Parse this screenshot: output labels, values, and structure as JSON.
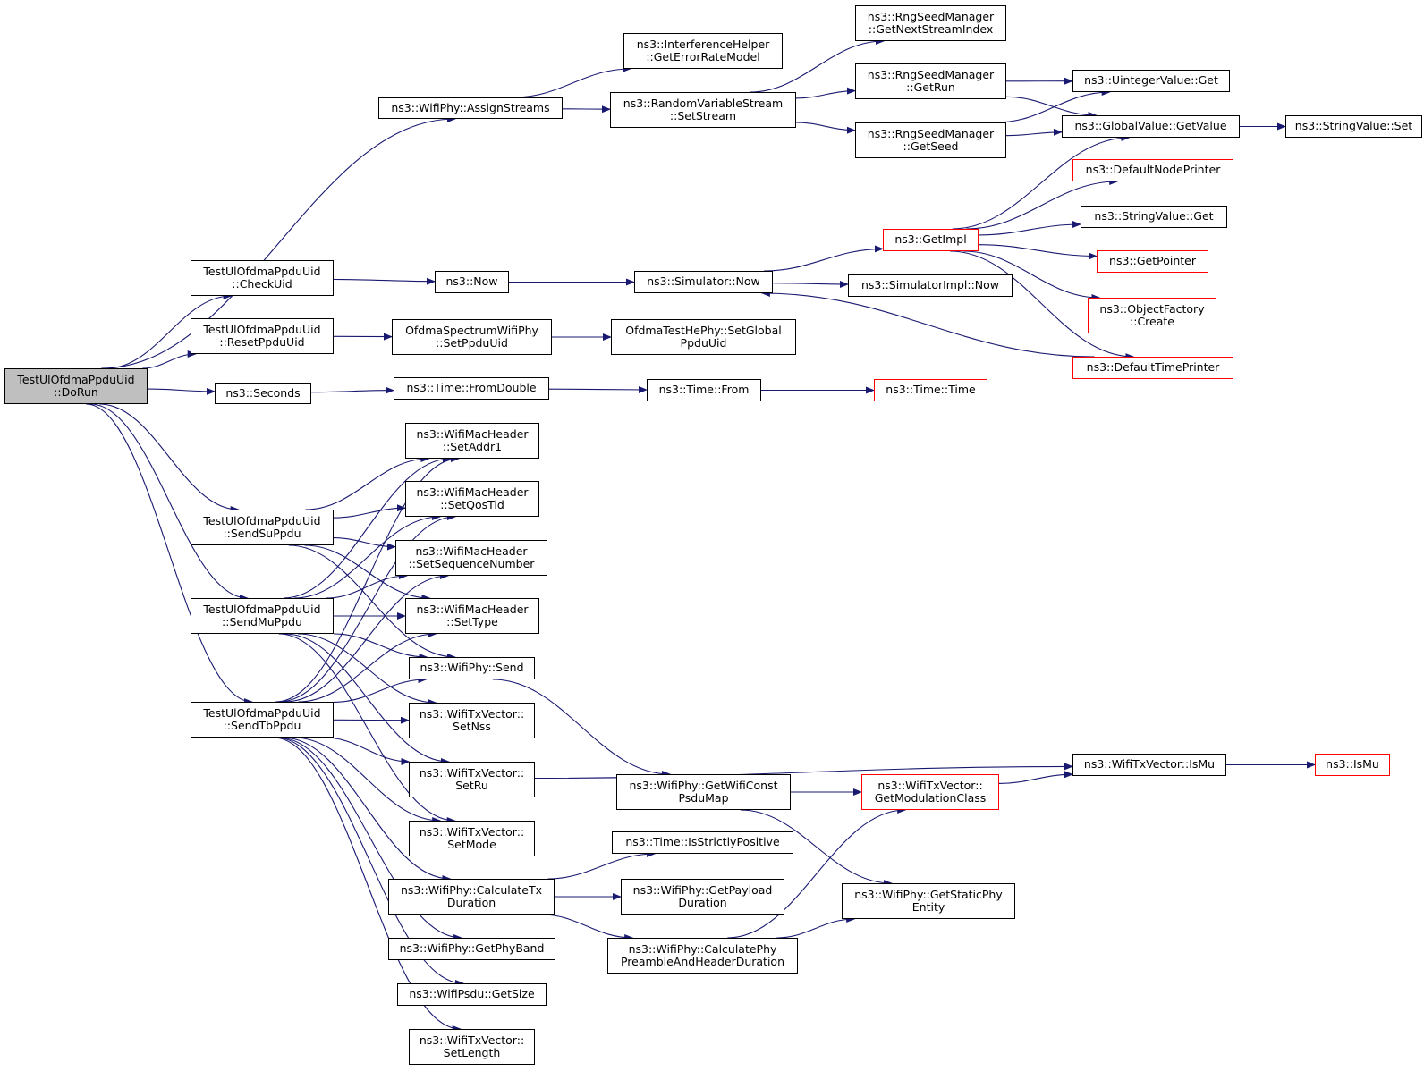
{
  "colors": {
    "edge": "#191970",
    "node_border": "#000000",
    "truncated_border": "#ff0000",
    "root_fill": "#bfbfbf"
  },
  "nodes": {
    "doRun": {
      "lines": [
        "TestUlOfdmaPpduUid",
        "::DoRun"
      ]
    },
    "assignStreams": {
      "lines": [
        "ns3::WifiPhy::AssignStreams"
      ]
    },
    "checkUid": {
      "lines": [
        "TestUlOfdmaPpduUid",
        "::CheckUid"
      ]
    },
    "resetPpduUid": {
      "lines": [
        "TestUlOfdmaPpduUid",
        "::ResetPpduUid"
      ]
    },
    "seconds": {
      "lines": [
        "ns3::Seconds"
      ]
    },
    "sendSuPpdu": {
      "lines": [
        "TestUlOfdmaPpduUid",
        "::SendSuPpdu"
      ]
    },
    "sendMuPpdu": {
      "lines": [
        "TestUlOfdmaPpduUid",
        "::SendMuPpdu"
      ]
    },
    "sendTbPpdu": {
      "lines": [
        "TestUlOfdmaPpduUid",
        "::SendTbPpdu"
      ]
    },
    "getErrorRateModel": {
      "lines": [
        "ns3::InterferenceHelper",
        "::GetErrorRateModel"
      ]
    },
    "setStream": {
      "lines": [
        "ns3::RandomVariableStream",
        "::SetStream"
      ]
    },
    "getNextStreamIndex": {
      "lines": [
        "ns3::RngSeedManager",
        "::GetNextStreamIndex"
      ]
    },
    "getRun": {
      "lines": [
        "ns3::RngSeedManager",
        "::GetRun"
      ]
    },
    "getSeed": {
      "lines": [
        "ns3::RngSeedManager",
        "::GetSeed"
      ]
    },
    "uintegerGet": {
      "lines": [
        "ns3::UintegerValue::Get"
      ]
    },
    "globalGetValue": {
      "lines": [
        "ns3::GlobalValue::GetValue"
      ]
    },
    "stringSet": {
      "lines": [
        "ns3::StringValue::Set"
      ]
    },
    "defaultNodePrinter": {
      "lines": [
        "ns3::DefaultNodePrinter"
      ]
    },
    "getImpl": {
      "lines": [
        "ns3::GetImpl"
      ]
    },
    "stringGet": {
      "lines": [
        "ns3::StringValue::Get"
      ]
    },
    "getPointer": {
      "lines": [
        "ns3::GetPointer"
      ]
    },
    "objectFactoryCreate": {
      "lines": [
        "ns3::ObjectFactory",
        "::Create"
      ]
    },
    "defaultTimePrinter": {
      "lines": [
        "ns3::DefaultTimePrinter"
      ]
    },
    "now": {
      "lines": [
        "ns3::Now"
      ]
    },
    "simulatorNow": {
      "lines": [
        "ns3::Simulator::Now"
      ]
    },
    "simulatorImplNow": {
      "lines": [
        "ns3::SimulatorImpl::Now"
      ]
    },
    "setPpduUid": {
      "lines": [
        "OfdmaSpectrumWifiPhy",
        "::SetPpduUid"
      ]
    },
    "setGlobalPpduUid": {
      "lines": [
        "OfdmaTestHePhy::SetGlobal",
        "PpduUid"
      ]
    },
    "fromDouble": {
      "lines": [
        "ns3::Time::FromDouble"
      ]
    },
    "timeFrom": {
      "lines": [
        "ns3::Time::From"
      ]
    },
    "timeTime": {
      "lines": [
        "ns3::Time::Time"
      ]
    },
    "setAddr1": {
      "lines": [
        "ns3::WifiMacHeader",
        "::SetAddr1"
      ]
    },
    "setQosTid": {
      "lines": [
        "ns3::WifiMacHeader",
        "::SetQosTid"
      ]
    },
    "setSequenceNumber": {
      "lines": [
        "ns3::WifiMacHeader",
        "::SetSequenceNumber"
      ]
    },
    "setType": {
      "lines": [
        "ns3::WifiMacHeader",
        "::SetType"
      ]
    },
    "wifiPhySend": {
      "lines": [
        "ns3::WifiPhy::Send"
      ]
    },
    "setNss": {
      "lines": [
        "ns3::WifiTxVector::",
        "SetNss"
      ]
    },
    "setRu": {
      "lines": [
        "ns3::WifiTxVector::",
        "SetRu"
      ]
    },
    "setMode": {
      "lines": [
        "ns3::WifiTxVector::",
        "SetMode"
      ]
    },
    "calcTxDuration": {
      "lines": [
        "ns3::WifiPhy::CalculateTx",
        "Duration"
      ]
    },
    "getPhyBand": {
      "lines": [
        "ns3::WifiPhy::GetPhyBand"
      ]
    },
    "psduGetSize": {
      "lines": [
        "ns3::WifiPsdu::GetSize"
      ]
    },
    "setLength": {
      "lines": [
        "ns3::WifiTxVector::",
        "SetLength"
      ]
    },
    "getWifiConstPsduMap": {
      "lines": [
        "ns3::WifiPhy::GetWifiConst",
        "PsduMap"
      ]
    },
    "isStrictlyPositive": {
      "lines": [
        "ns3::Time::IsStrictlyPositive"
      ]
    },
    "getPayloadDuration": {
      "lines": [
        "ns3::WifiPhy::GetPayload",
        "Duration"
      ]
    },
    "calcPreamble": {
      "lines": [
        "ns3::WifiPhy::CalculatePhy",
        "PreambleAndHeaderDuration"
      ]
    },
    "getModulationClass": {
      "lines": [
        "ns3::WifiTxVector::",
        "GetModulationClass"
      ]
    },
    "getStaticPhyEntity": {
      "lines": [
        "ns3::WifiPhy::GetStaticPhy",
        "Entity"
      ]
    },
    "isMuMethod": {
      "lines": [
        "ns3::WifiTxVector::IsMu"
      ]
    },
    "isMu": {
      "lines": [
        "ns3::IsMu"
      ]
    }
  },
  "edges": [
    [
      "doRun",
      "assignStreams"
    ],
    [
      "doRun",
      "checkUid"
    ],
    [
      "doRun",
      "resetPpduUid"
    ],
    [
      "doRun",
      "seconds"
    ],
    [
      "doRun",
      "sendSuPpdu"
    ],
    [
      "doRun",
      "sendMuPpdu"
    ],
    [
      "doRun",
      "sendTbPpdu"
    ],
    [
      "assignStreams",
      "getErrorRateModel"
    ],
    [
      "assignStreams",
      "setStream"
    ],
    [
      "setStream",
      "getNextStreamIndex"
    ],
    [
      "setStream",
      "getRun"
    ],
    [
      "setStream",
      "getSeed"
    ],
    [
      "getRun",
      "uintegerGet"
    ],
    [
      "getRun",
      "globalGetValue"
    ],
    [
      "getSeed",
      "uintegerGet"
    ],
    [
      "getSeed",
      "globalGetValue"
    ],
    [
      "globalGetValue",
      "stringSet"
    ],
    [
      "checkUid",
      "now"
    ],
    [
      "now",
      "simulatorNow"
    ],
    [
      "simulatorNow",
      "getImpl"
    ],
    [
      "simulatorNow",
      "simulatorImplNow"
    ],
    [
      "getImpl",
      "globalGetValue"
    ],
    [
      "getImpl",
      "defaultNodePrinter"
    ],
    [
      "getImpl",
      "stringGet"
    ],
    [
      "getImpl",
      "getPointer"
    ],
    [
      "getImpl",
      "objectFactoryCreate"
    ],
    [
      "getImpl",
      "defaultTimePrinter"
    ],
    [
      "defaultTimePrinter",
      "simulatorNow"
    ],
    [
      "resetPpduUid",
      "setPpduUid"
    ],
    [
      "setPpduUid",
      "setGlobalPpduUid"
    ],
    [
      "seconds",
      "fromDouble"
    ],
    [
      "fromDouble",
      "timeFrom"
    ],
    [
      "timeFrom",
      "timeTime"
    ],
    [
      "sendSuPpdu",
      "setAddr1"
    ],
    [
      "sendSuPpdu",
      "setQosTid"
    ],
    [
      "sendSuPpdu",
      "setSequenceNumber"
    ],
    [
      "sendSuPpdu",
      "setType"
    ],
    [
      "sendSuPpdu",
      "wifiPhySend"
    ],
    [
      "sendMuPpdu",
      "setAddr1"
    ],
    [
      "sendMuPpdu",
      "setQosTid"
    ],
    [
      "sendMuPpdu",
      "setSequenceNumber"
    ],
    [
      "sendMuPpdu",
      "setType"
    ],
    [
      "sendMuPpdu",
      "wifiPhySend"
    ],
    [
      "sendMuPpdu",
      "setNss"
    ],
    [
      "sendMuPpdu",
      "setRu"
    ],
    [
      "sendMuPpdu",
      "setMode"
    ],
    [
      "sendTbPpdu",
      "setAddr1"
    ],
    [
      "sendTbPpdu",
      "setQosTid"
    ],
    [
      "sendTbPpdu",
      "setSequenceNumber"
    ],
    [
      "sendTbPpdu",
      "setType"
    ],
    [
      "sendTbPpdu",
      "wifiPhySend"
    ],
    [
      "sendTbPpdu",
      "setNss"
    ],
    [
      "sendTbPpdu",
      "setRu"
    ],
    [
      "sendTbPpdu",
      "setMode"
    ],
    [
      "sendTbPpdu",
      "calcTxDuration"
    ],
    [
      "sendTbPpdu",
      "getPhyBand"
    ],
    [
      "sendTbPpdu",
      "psduGetSize"
    ],
    [
      "sendTbPpdu",
      "setLength"
    ],
    [
      "wifiPhySend",
      "getWifiConstPsduMap"
    ],
    [
      "getWifiConstPsduMap",
      "getModulationClass"
    ],
    [
      "getWifiConstPsduMap",
      "getStaticPhyEntity"
    ],
    [
      "setRu",
      "isMuMethod"
    ],
    [
      "getModulationClass",
      "isMuMethod"
    ],
    [
      "isMuMethod",
      "isMu"
    ],
    [
      "calcTxDuration",
      "isStrictlyPositive"
    ],
    [
      "calcTxDuration",
      "getPayloadDuration"
    ],
    [
      "calcTxDuration",
      "calcPreamble"
    ],
    [
      "calcPreamble",
      "getModulationClass"
    ],
    [
      "calcPreamble",
      "getStaticPhyEntity"
    ]
  ]
}
